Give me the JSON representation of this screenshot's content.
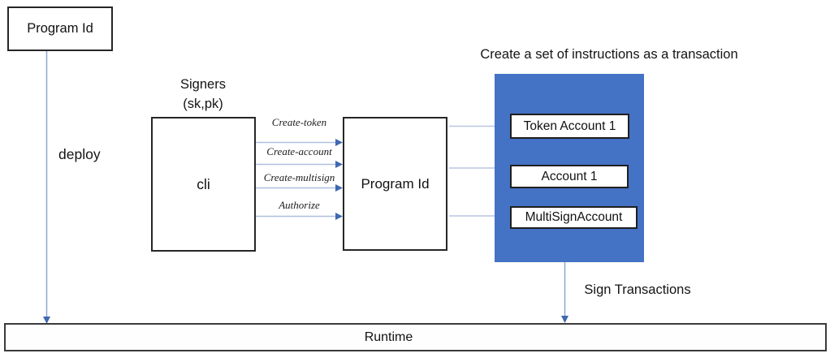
{
  "diagram": {
    "top_box_label": "Program Id",
    "deploy_label": "deploy",
    "signers_title": "Signers",
    "signers_keys": "(sk,pk)",
    "cli_label": "cli",
    "instructions": [
      "Create-token",
      "Create-account",
      "Create-multisign",
      "Authorize"
    ],
    "program_box_label": "Program Id",
    "transaction_title": "Create a set of instructions as a transaction",
    "accounts": [
      "Token Account 1",
      "Account 1",
      "MultiSignAccount"
    ],
    "sign_transactions_label": "Sign Transactions",
    "runtime_label": "Runtime",
    "colors": {
      "transaction_fill": "#4472c4",
      "connector_line": "#aebfdf",
      "deploy_line": "#8fa6d0",
      "arrowhead": "#3f68b0",
      "box_border": "#262626"
    }
  }
}
